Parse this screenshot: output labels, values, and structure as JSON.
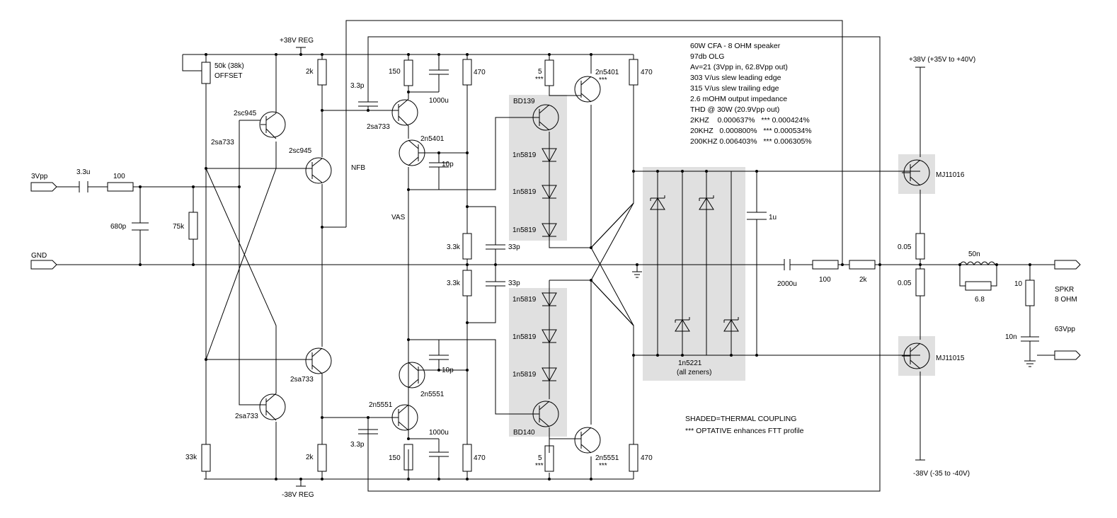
{
  "notes": [
    "60W CFA - 8 OHM speaker",
    "97db OLG",
    "Av=21 (3Vpp in, 62.8Vpp out)",
    "303 V/us slew leading edge",
    "315 V/us slew trailing edge",
    "2.6 mOHM output impedance",
    "THD @ 30W (20.9Vpp out)",
    "2KHZ    0.000637%   *** 0.000424%",
    "20KHZ   0.000800%   *** 0.000534%",
    "200KHZ 0.006403%   *** 0.006305%"
  ],
  "legend": {
    "shaded": "SHADED=THERMAL COUPLING",
    "optional": "*** OPTATIVE enhances FTT profile"
  },
  "rails": {
    "pos_reg": "+38V REG",
    "neg_reg": "-38V REG",
    "pos_out": "+38V (+35V to +40V)",
    "neg_out": "-38V (-35 to -40V)"
  },
  "ports": {
    "input": "3Vpp",
    "gnd": "GND",
    "spkr1": "SPKR",
    "spkr2": "8 OHM",
    "out_level": "63Vpp"
  },
  "labels": {
    "pot1": "50k (38k)",
    "pot2": "OFFSET",
    "c_in": "3.3u",
    "r_in": "100",
    "c_680": "680p",
    "r_75k": "75k",
    "q1": "2sc945",
    "q2": "2sa733",
    "q3": "2sc945",
    "nfb": "NFB",
    "q4": "2sa733",
    "q5": "2sa733",
    "r_33k": "33k",
    "r_2k_top": "2k",
    "r_2k_bot": "2k",
    "c_33p_top": "3.3p",
    "c_33p_bot": "3.3p",
    "r_150_top": "150",
    "r_150_bot": "150",
    "c_1000u_top": "1000u",
    "c_1000u_bot": "1000u",
    "q6": "2sa733",
    "q7": "2n5401",
    "q8": "2n5551",
    "q9": "2n5551",
    "c_10p_top": "10p",
    "c_10p_bot": "10p",
    "vas": "VAS",
    "r_470_a": "470",
    "r_470_b": "470",
    "r_470_c": "470",
    "r_470_d": "470",
    "r_33k_a": "3.3k",
    "r_33k_b": "3.3k",
    "c_33p_a": "33p",
    "c_33p_b": "33p",
    "bd139": "BD139",
    "bd140": "BD140",
    "diode": "1n5819",
    "r5_top": "5",
    "r5_bot": "5",
    "star": "***",
    "q10": "2n5401",
    "q11": "2n5551",
    "zener1": "1n5221",
    "zener2": "(all zeners)",
    "c_1u": "1u",
    "c_2000u": "2000u",
    "r_100": "100",
    "r_2k_fb": "2k",
    "mj1": "MJ11016",
    "mj2": "MJ11015",
    "r_005_a": "0.05",
    "r_005_b": "0.05",
    "l_50n": "50n",
    "r_68": "6.8",
    "r_10": "10",
    "c_10n": "10n"
  }
}
